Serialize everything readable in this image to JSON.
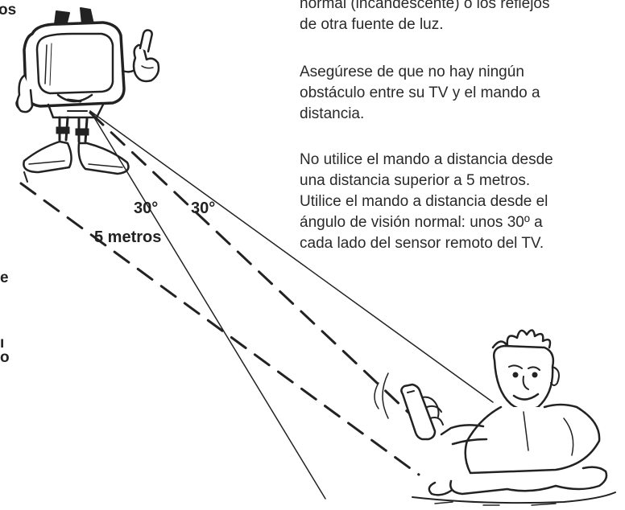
{
  "left_margin": {
    "fragments": [
      "os",
      "e",
      "ı",
      "o"
    ]
  },
  "paragraphs": [
    {
      "lines": [
        "normal (incandescente) o los reflejos",
        "de otra fuente de luz."
      ]
    },
    {
      "lines": [
        "Asegúrese de que no hay ningún",
        "obstáculo entre su TV y el mando a",
        "distancia."
      ]
    },
    {
      "lines": [
        "No utilice el mando a distancia desde",
        "una distancia superior a 5 metros.",
        "Utilice el mando a distancia desde el",
        "ángulo de visión normal: unos 30º a",
        "cada lado del sensor remoto del TV."
      ]
    }
  ],
  "figure": {
    "angle_left": "30°",
    "angle_right": "30°",
    "distance": "5 metros"
  },
  "colors": {
    "ink": "#222222",
    "paper": "#ffffff"
  }
}
